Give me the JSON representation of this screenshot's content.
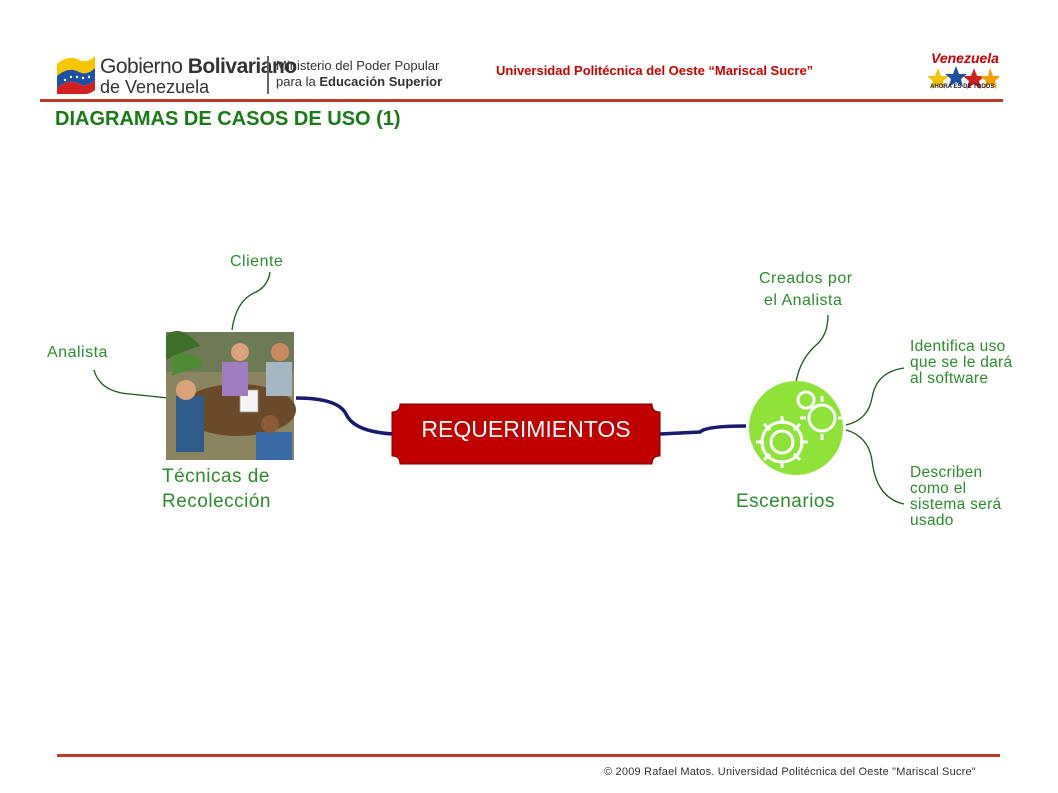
{
  "header": {
    "gov_line1_regular": "Gobierno ",
    "gov_line1_bold": "Bolivariano",
    "gov_line2": "de Venezuela",
    "ministry_line1": "Ministerio del Poder Popular",
    "ministry_line2_regular": "para la ",
    "ministry_line2_bold": "Educación Superior",
    "university": "Universidad Politécnica del Oeste “Mariscal Sucre”",
    "venezuela_logo_text": "Venezuela",
    "venezuela_logo_sub": "AHORA ES DE TODOS"
  },
  "title": "DIAGRAMAS DE CASOS DE USO (1)",
  "diagram": {
    "center": "REQUERIMIENTOS",
    "left_node": {
      "line1": "Técnicas de",
      "line2": "Recolección"
    },
    "left_branches": [
      "Cliente",
      "Analista"
    ],
    "right_node": "Escenarios",
    "right_branches": [
      {
        "lines": [
          "Creados por",
          " el Analista"
        ]
      },
      {
        "lines": [
          "Identifica uso",
          "que se le dará",
          "al software"
        ]
      },
      {
        "lines": [
          "Describen",
          "como el",
          "sistema será",
          "usado"
        ]
      }
    ]
  },
  "footer": {
    "copyright": "© 2009 Rafael Matos. Universidad Politécnica del Oeste \"Mariscal Sucre\""
  },
  "colors": {
    "accent_red": "#c0392b",
    "title_green": "#1a7a1a",
    "label_green": "#2e8b2e",
    "center_fill": "#c00000",
    "connector_blue": "#1a1a6e",
    "gear_green": "#8fe23a"
  },
  "icons": [
    "venezuela-flag-icon",
    "venezuela-stars-logo",
    "meeting-clipart",
    "gears-icon"
  ]
}
